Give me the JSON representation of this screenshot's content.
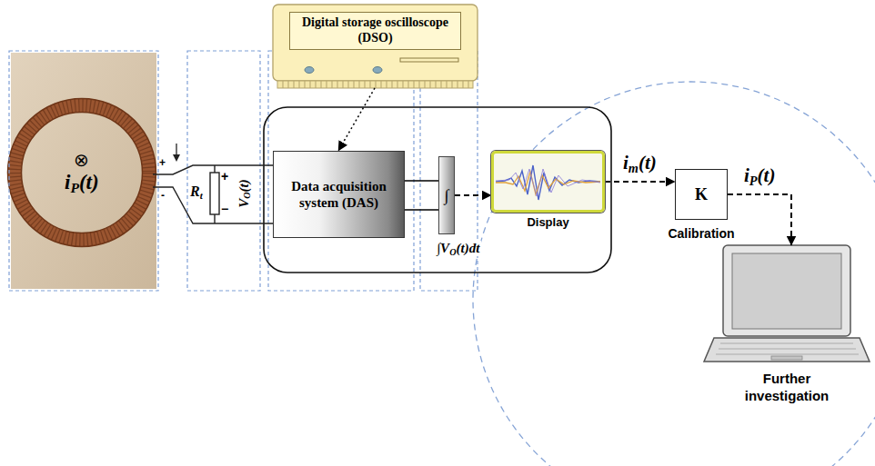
{
  "diagram": {
    "nodes": [
      {
        "text": [
          "Digital storage oscilloscope (DSO)"
        ]
      },
      {
        "text": [
          "Data acquisition system (DAS)"
        ]
      },
      {
        "text": [
          "∫"
        ]
      },
      {
        "text": [
          "Display"
        ]
      },
      {
        "text": [
          "K",
          "Calibration"
        ]
      },
      {
        "text": [
          "Further investigation"
        ]
      }
    ],
    "edges": [
      {
        "from": 0,
        "to": 1,
        "arrow": "to"
      },
      {
        "from": 1,
        "to": 2,
        "arrow": "none"
      },
      {
        "from": 2,
        "to": 3,
        "arrow": "to"
      },
      {
        "from": 3,
        "to": 4,
        "arrow": "to",
        "label": "im(t)"
      },
      {
        "from": 4,
        "to": 5,
        "arrow": "to",
        "label": "iP(t)"
      }
    ],
    "labels": [
      "⊗",
      "iP(t)",
      "+",
      "-",
      "Rt",
      "+",
      "−",
      "VO(t)",
      "∫VO(t)dt"
    ]
  }
}
